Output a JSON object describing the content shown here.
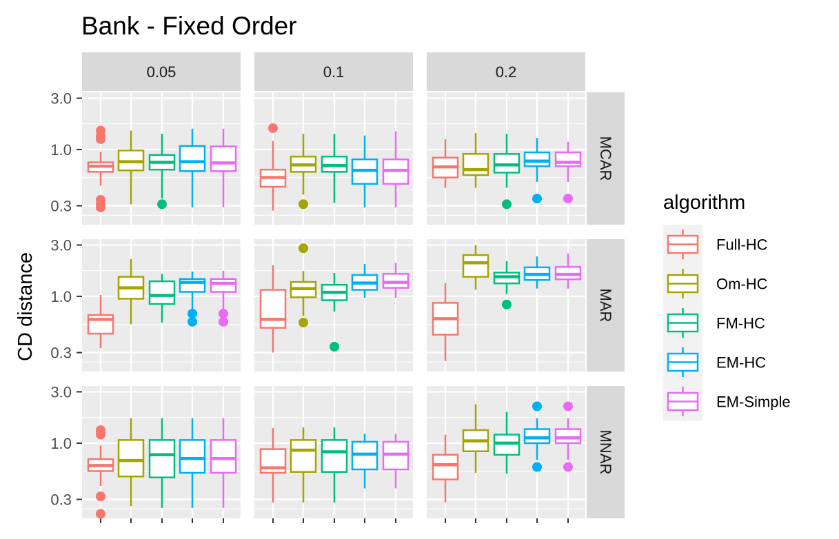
{
  "chart_data": {
    "type": "boxplot",
    "title": "Bank - Fixed Order",
    "xlabel": "",
    "ylabel": "CD distance",
    "y_scale": "log",
    "ylim": [
      0.2,
      3.4
    ],
    "y_ticks": [
      0.3,
      1.0,
      3.0
    ],
    "y_tick_labels": [
      "0.3",
      "1.0",
      "3.0"
    ],
    "col_facets": [
      "0.05",
      "0.1",
      "0.2"
    ],
    "row_facets": [
      "MCAR",
      "MAR",
      "MNAR"
    ],
    "legend": {
      "title": "algorithm",
      "position": "right",
      "entries": [
        "Full-HC",
        "Om-HC",
        "FM-HC",
        "EM-HC",
        "EM-Simple"
      ]
    },
    "colors": {
      "Full-HC": "#F8766D",
      "Om-HC": "#A3A500",
      "FM-HC": "#00BF7D",
      "EM-HC": "#00B0F6",
      "EM-Simple": "#E76BF3"
    },
    "panel_background": "#EBEBEB",
    "strip_background": "#D9D9D9",
    "grid": true,
    "panels": [
      {
        "row": "MCAR",
        "col": "0.05",
        "boxes": [
          {
            "series": "Full-HC",
            "whisker_low": 0.46,
            "q1": 0.62,
            "median": 0.7,
            "q3": 0.76,
            "whisker_high": 0.95,
            "outliers": [
              0.29,
              0.31,
              0.34,
              1.25,
              1.33,
              1.5
            ]
          },
          {
            "series": "Om-HC",
            "whisker_low": 0.31,
            "q1": 0.64,
            "median": 0.77,
            "q3": 0.98,
            "whisker_high": 1.5,
            "outliers": []
          },
          {
            "series": "FM-HC",
            "whisker_low": 0.35,
            "q1": 0.65,
            "median": 0.76,
            "q3": 0.89,
            "whisker_high": 1.4,
            "outliers": [
              0.31
            ]
          },
          {
            "series": "EM-HC",
            "whisker_low": 0.29,
            "q1": 0.63,
            "median": 0.77,
            "q3": 1.08,
            "whisker_high": 1.56,
            "outliers": []
          },
          {
            "series": "EM-Simple",
            "whisker_low": 0.29,
            "q1": 0.63,
            "median": 0.75,
            "q3": 1.07,
            "whisker_high": 1.56,
            "outliers": []
          }
        ]
      },
      {
        "row": "MCAR",
        "col": "0.1",
        "boxes": [
          {
            "series": "Full-HC",
            "whisker_low": 0.27,
            "q1": 0.45,
            "median": 0.55,
            "q3": 0.65,
            "whisker_high": 1.2,
            "outliers": [
              1.58
            ]
          },
          {
            "series": "Om-HC",
            "whisker_low": 0.38,
            "q1": 0.62,
            "median": 0.72,
            "q3": 0.86,
            "whisker_high": 1.4,
            "outliers": [
              0.31
            ]
          },
          {
            "series": "FM-HC",
            "whisker_low": 0.32,
            "q1": 0.62,
            "median": 0.71,
            "q3": 0.86,
            "whisker_high": 1.4,
            "outliers": []
          },
          {
            "series": "EM-HC",
            "whisker_low": 0.29,
            "q1": 0.48,
            "median": 0.64,
            "q3": 0.81,
            "whisker_high": 1.35,
            "outliers": []
          },
          {
            "series": "EM-Simple",
            "whisker_low": 0.29,
            "q1": 0.48,
            "median": 0.64,
            "q3": 0.81,
            "whisker_high": 1.48,
            "outliers": []
          }
        ]
      },
      {
        "row": "MCAR",
        "col": "0.2",
        "boxes": [
          {
            "series": "Full-HC",
            "whisker_low": 0.44,
            "q1": 0.55,
            "median": 0.69,
            "q3": 0.84,
            "whisker_high": 1.25,
            "outliers": []
          },
          {
            "series": "Om-HC",
            "whisker_low": 0.44,
            "q1": 0.58,
            "median": 0.65,
            "q3": 0.91,
            "whisker_high": 1.42,
            "outliers": []
          },
          {
            "series": "FM-HC",
            "whisker_low": 0.44,
            "q1": 0.61,
            "median": 0.72,
            "q3": 0.91,
            "whisker_high": 1.4,
            "outliers": [
              0.31
            ]
          },
          {
            "series": "EM-HC",
            "whisker_low": 0.5,
            "q1": 0.7,
            "median": 0.78,
            "q3": 0.94,
            "whisker_high": 1.28,
            "outliers": [
              0.35
            ]
          },
          {
            "series": "EM-Simple",
            "whisker_low": 0.5,
            "q1": 0.7,
            "median": 0.76,
            "q3": 0.94,
            "whisker_high": 1.18,
            "outliers": [
              0.35
            ]
          }
        ]
      },
      {
        "row": "MAR",
        "col": "0.05",
        "boxes": [
          {
            "series": "Full-HC",
            "whisker_low": 0.33,
            "q1": 0.45,
            "median": 0.61,
            "q3": 0.67,
            "whisker_high": 1.03,
            "outliers": []
          },
          {
            "series": "Om-HC",
            "whisker_low": 0.55,
            "q1": 0.95,
            "median": 1.2,
            "q3": 1.52,
            "whisker_high": 2.22,
            "outliers": []
          },
          {
            "series": "FM-HC",
            "whisker_low": 0.57,
            "q1": 0.85,
            "median": 1.02,
            "q3": 1.38,
            "whisker_high": 1.62,
            "outliers": []
          },
          {
            "series": "EM-HC",
            "whisker_low": 0.74,
            "q1": 1.1,
            "median": 1.35,
            "q3": 1.45,
            "whisker_high": 1.7,
            "outliers": [
              0.58,
              0.69
            ]
          },
          {
            "series": "EM-Simple",
            "whisker_low": 0.74,
            "q1": 1.1,
            "median": 1.32,
            "q3": 1.45,
            "whisker_high": 1.73,
            "outliers": [
              0.58,
              0.69
            ]
          }
        ]
      },
      {
        "row": "MAR",
        "col": "0.1",
        "boxes": [
          {
            "series": "Full-HC",
            "whisker_low": 0.3,
            "q1": 0.51,
            "median": 0.61,
            "q3": 1.15,
            "whisker_high": 1.95,
            "outliers": []
          },
          {
            "series": "Om-HC",
            "whisker_low": 0.66,
            "q1": 0.98,
            "median": 1.18,
            "q3": 1.36,
            "whisker_high": 1.72,
            "outliers": [
              0.57,
              2.8
            ]
          },
          {
            "series": "FM-HC",
            "whisker_low": 0.72,
            "q1": 0.92,
            "median": 1.09,
            "q3": 1.28,
            "whisker_high": 1.65,
            "outliers": [
              0.34
            ]
          },
          {
            "series": "EM-HC",
            "whisker_low": 0.97,
            "q1": 1.15,
            "median": 1.33,
            "q3": 1.58,
            "whisker_high": 2.0,
            "outliers": []
          },
          {
            "series": "EM-Simple",
            "whisker_low": 0.97,
            "q1": 1.2,
            "median": 1.35,
            "q3": 1.62,
            "whisker_high": 2.05,
            "outliers": []
          }
        ]
      },
      {
        "row": "MAR",
        "col": "0.2",
        "boxes": [
          {
            "series": "Full-HC",
            "whisker_low": 0.25,
            "q1": 0.44,
            "median": 0.62,
            "q3": 0.87,
            "whisker_high": 1.33,
            "outliers": []
          },
          {
            "series": "Om-HC",
            "whisker_low": 1.15,
            "q1": 1.52,
            "median": 2.05,
            "q3": 2.42,
            "whisker_high": 3.0,
            "outliers": []
          },
          {
            "series": "FM-HC",
            "whisker_low": 1.05,
            "q1": 1.32,
            "median": 1.52,
            "q3": 1.66,
            "whisker_high": 2.12,
            "outliers": [
              0.84
            ]
          },
          {
            "series": "EM-HC",
            "whisker_low": 1.18,
            "q1": 1.42,
            "median": 1.6,
            "q3": 1.86,
            "whisker_high": 2.35,
            "outliers": []
          },
          {
            "series": "EM-Simple",
            "whisker_low": 1.18,
            "q1": 1.44,
            "median": 1.6,
            "q3": 1.88,
            "whisker_high": 2.5,
            "outliers": []
          }
        ]
      },
      {
        "row": "MNAR",
        "col": "0.05",
        "boxes": [
          {
            "series": "Full-HC",
            "whisker_low": 0.4,
            "q1": 0.55,
            "median": 0.62,
            "q3": 0.71,
            "whisker_high": 0.95,
            "outliers": [
              0.22,
              0.32,
              1.2,
              1.26,
              1.32
            ]
          },
          {
            "series": "Om-HC",
            "whisker_low": 0.26,
            "q1": 0.49,
            "median": 0.69,
            "q3": 1.07,
            "whisker_high": 1.7,
            "outliers": []
          },
          {
            "series": "FM-HC",
            "whisker_low": 0.25,
            "q1": 0.48,
            "median": 0.78,
            "q3": 1.07,
            "whisker_high": 1.7,
            "outliers": []
          },
          {
            "series": "EM-HC",
            "whisker_low": 0.25,
            "q1": 0.53,
            "median": 0.72,
            "q3": 1.07,
            "whisker_high": 1.7,
            "outliers": []
          },
          {
            "series": "EM-Simple",
            "whisker_low": 0.25,
            "q1": 0.53,
            "median": 0.72,
            "q3": 1.07,
            "whisker_high": 1.7,
            "outliers": []
          }
        ]
      },
      {
        "row": "MNAR",
        "col": "0.1",
        "boxes": [
          {
            "series": "Full-HC",
            "whisker_low": 0.28,
            "q1": 0.53,
            "median": 0.59,
            "q3": 0.88,
            "whisker_high": 1.38,
            "outliers": []
          },
          {
            "series": "Om-HC",
            "whisker_low": 0.28,
            "q1": 0.54,
            "median": 0.86,
            "q3": 1.07,
            "whisker_high": 1.4,
            "outliers": []
          },
          {
            "series": "FM-HC",
            "whisker_low": 0.28,
            "q1": 0.54,
            "median": 0.83,
            "q3": 1.07,
            "whisker_high": 1.4,
            "outliers": []
          },
          {
            "series": "EM-HC",
            "whisker_low": 0.38,
            "q1": 0.57,
            "median": 0.79,
            "q3": 1.03,
            "whisker_high": 1.22,
            "outliers": []
          },
          {
            "series": "EM-Simple",
            "whisker_low": 0.38,
            "q1": 0.57,
            "median": 0.79,
            "q3": 1.03,
            "whisker_high": 1.22,
            "outliers": []
          }
        ]
      },
      {
        "row": "MNAR",
        "col": "0.2",
        "boxes": [
          {
            "series": "Full-HC",
            "whisker_low": 0.28,
            "q1": 0.46,
            "median": 0.63,
            "q3": 0.78,
            "whisker_high": 1.2,
            "outliers": []
          },
          {
            "series": "Om-HC",
            "whisker_low": 0.53,
            "q1": 0.84,
            "median": 1.05,
            "q3": 1.32,
            "whisker_high": 2.3,
            "outliers": []
          },
          {
            "series": "FM-HC",
            "whisker_low": 0.52,
            "q1": 0.78,
            "median": 1.0,
            "q3": 1.2,
            "whisker_high": 1.95,
            "outliers": []
          },
          {
            "series": "EM-HC",
            "whisker_low": 0.7,
            "q1": 1.0,
            "median": 1.12,
            "q3": 1.35,
            "whisker_high": 1.7,
            "outliers": [
              0.6,
              2.2
            ]
          },
          {
            "series": "EM-Simple",
            "whisker_low": 0.7,
            "q1": 1.0,
            "median": 1.12,
            "q3": 1.35,
            "whisker_high": 1.7,
            "outliers": [
              0.6,
              2.2
            ]
          }
        ]
      }
    ]
  }
}
